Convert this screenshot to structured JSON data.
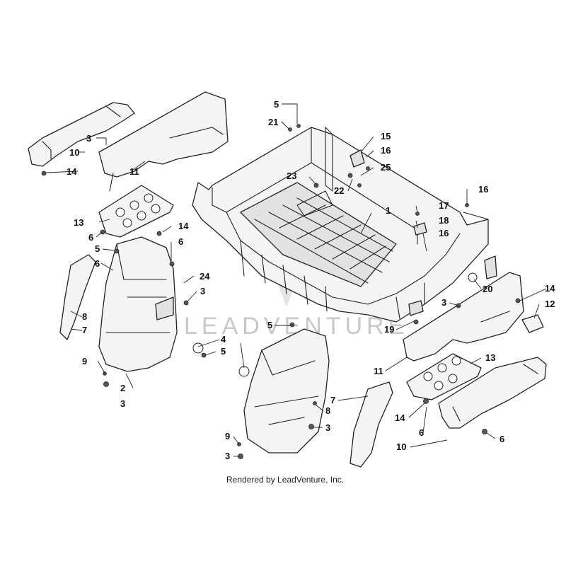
{
  "watermark": "LEADVENTURE",
  "credit": "Rendered by LeadVenture, Inc.",
  "callouts": [
    {
      "id": "c-5-top",
      "text": "5"
    },
    {
      "id": "c-21",
      "text": "21"
    },
    {
      "id": "c-15",
      "text": "15"
    },
    {
      "id": "c-16-a",
      "text": "16"
    },
    {
      "id": "c-25",
      "text": "25"
    },
    {
      "id": "c-22",
      "text": "22"
    },
    {
      "id": "c-23",
      "text": "23"
    },
    {
      "id": "c-16-b",
      "text": "16"
    },
    {
      "id": "c-1",
      "text": "1"
    },
    {
      "id": "c-17",
      "text": "17"
    },
    {
      "id": "c-18",
      "text": "18"
    },
    {
      "id": "c-16-c",
      "text": "16"
    },
    {
      "id": "c-20",
      "text": "20"
    },
    {
      "id": "c-3-a",
      "text": "3"
    },
    {
      "id": "c-10-a",
      "text": "10"
    },
    {
      "id": "c-14-a",
      "text": "14"
    },
    {
      "id": "c-11-a",
      "text": "11"
    },
    {
      "id": "c-13-a",
      "text": "13"
    },
    {
      "id": "c-6-a",
      "text": "6"
    },
    {
      "id": "c-14-b",
      "text": "14"
    },
    {
      "id": "c-6-b",
      "text": "6"
    },
    {
      "id": "c-5-a",
      "text": "5"
    },
    {
      "id": "c-6-c",
      "text": "6"
    },
    {
      "id": "c-24",
      "text": "24"
    },
    {
      "id": "c-3-b",
      "text": "3"
    },
    {
      "id": "c-8-a",
      "text": "8"
    },
    {
      "id": "c-7-a",
      "text": "7"
    },
    {
      "id": "c-9-a",
      "text": "9"
    },
    {
      "id": "c-2",
      "text": "2"
    },
    {
      "id": "c-3-c",
      "text": "3"
    },
    {
      "id": "c-4",
      "text": "4"
    },
    {
      "id": "c-5-b",
      "text": "5"
    },
    {
      "id": "c-5-c",
      "text": "5"
    },
    {
      "id": "c-19",
      "text": "19"
    },
    {
      "id": "c-3-d",
      "text": "3"
    },
    {
      "id": "c-14-c",
      "text": "14"
    },
    {
      "id": "c-12",
      "text": "12"
    },
    {
      "id": "c-11-b",
      "text": "11"
    },
    {
      "id": "c-13-b",
      "text": "13"
    },
    {
      "id": "c-7-b",
      "text": "7"
    },
    {
      "id": "c-8-b",
      "text": "8"
    },
    {
      "id": "c-3-e",
      "text": "3"
    },
    {
      "id": "c-9-b",
      "text": "9"
    },
    {
      "id": "c-3-f",
      "text": "3"
    },
    {
      "id": "c-14-d",
      "text": "14"
    },
    {
      "id": "c-6-d",
      "text": "6"
    },
    {
      "id": "c-10-b",
      "text": "10"
    },
    {
      "id": "c-6-e",
      "text": "6"
    }
  ]
}
